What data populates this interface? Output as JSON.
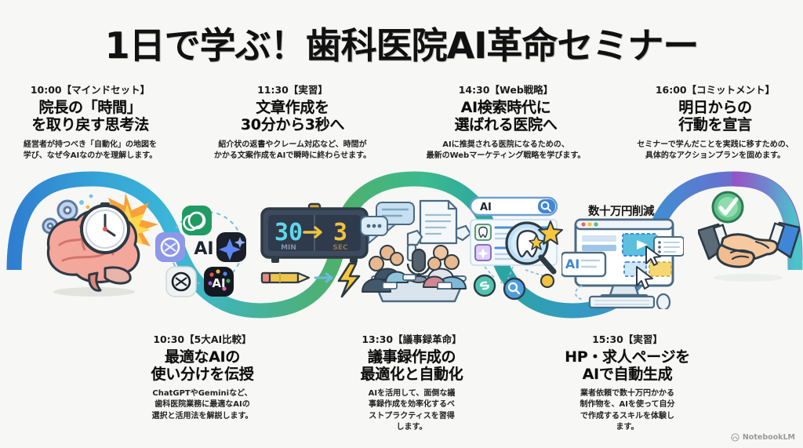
{
  "title": "1日で学ぶ！歯科医院AI革命セミナー",
  "colors": {
    "ribbon_1": "#2f7fd0",
    "ribbon_2": "#3cb7d8",
    "ribbon_3": "#4fb06a",
    "ribbon_4": "#3bb98f",
    "ribbon_5": "#2aa6a0",
    "ribbon_6": "#3f8fd4",
    "ribbon_7": "#9b4fc4",
    "ribbon_8": "#4cc3c9",
    "title_text": "#111111",
    "background": "#f7f7f5"
  },
  "steps": [
    {
      "time": "10:00【マインドセット】",
      "head_lines": [
        "院長の「時間」",
        "を取り戻す思考法"
      ],
      "desc_lines": [
        "経営者が持つべき「自動化」の地図を",
        "学び、なぜ今AIなのかを理解します。"
      ],
      "art": "brain-clock"
    },
    {
      "time": "11:30【実習】",
      "head_lines": [
        "文章作成を",
        "30分から3秒へ"
      ],
      "desc_lines": [
        "紹介状の返書やクレーム対応など、時間が",
        "かかる文案作成をAIで瞬時に終わらせます。"
      ],
      "art": "timer"
    },
    {
      "time": "14:30【Web戦略】",
      "head_lines": [
        "AI検索時代に",
        "選ばれる医院へ"
      ],
      "desc_lines": [
        "AIに推奨される医院になるための、",
        "最新のWebマーケティング戦略を学びます。"
      ],
      "art": "search"
    },
    {
      "time": "16:00【コミットメント】",
      "head_lines": [
        "明日からの",
        "行動を宣言"
      ],
      "desc_lines": [
        "セミナーで学んだことを実践に移すための、",
        "具体的なアクションプランを固めます。"
      ],
      "art": "handshake"
    },
    {
      "time": "10:30【5大AI比較】",
      "head_lines": [
        "最適なAIの",
        "使い分けを伝授"
      ],
      "desc_lines": [
        "ChatGPTやGeminiなど、",
        "歯科医院業務に最適なAIの",
        "選択と活用法を解説します。"
      ],
      "art": "ai-logos"
    },
    {
      "time": "13:30【議事録革命】",
      "head_lines": [
        "議事録作成の",
        "最適化と自動化"
      ],
      "desc_lines": [
        "AIを活用して、面倒な議",
        "事録作成を効率化するベ",
        "ストプラクティスを習得",
        "します。"
      ],
      "art": "meeting"
    },
    {
      "time": "15:30【実習】",
      "head_lines": [
        "HP・求人ページを",
        "AIで自動生成"
      ],
      "desc_lines": [
        "業者依頼で数十万円かかる",
        "制作物を、AIを使って自分",
        "で作成するスキルを体験し",
        "ます。"
      ],
      "art": "monitor"
    }
  ],
  "artwork": {
    "timer_from": "30",
    "timer_from_unit": "MIN",
    "timer_arrow": "→",
    "timer_to": "3",
    "timer_to_unit": "SEC",
    "ai_center_label": "AI",
    "search_query": "AI",
    "monitor_badge": "AI",
    "save_label": "数十万円削減"
  },
  "watermark": "NotebookLM"
}
